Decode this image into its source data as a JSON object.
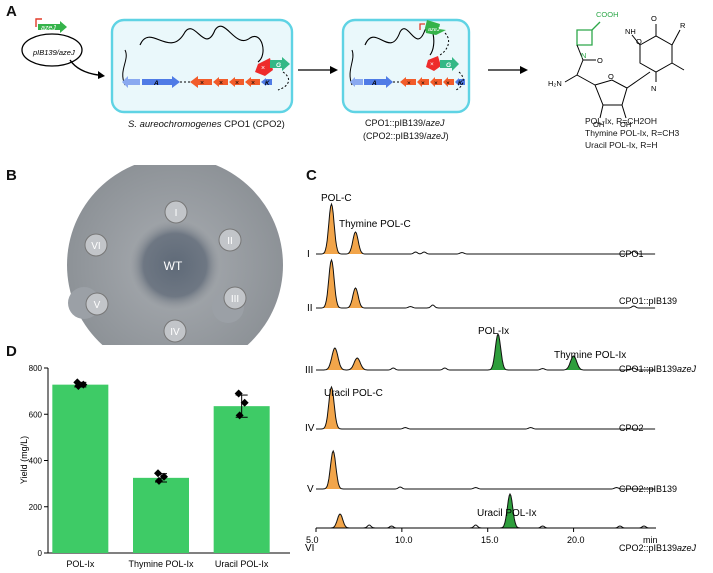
{
  "panels": {
    "a": "A",
    "b": "B",
    "c": "C",
    "d": "D"
  },
  "panel_a": {
    "plasmid_label": "pIB139/azeJ",
    "plasmid_gene": "azeJ",
    "strain1_caption_italic": "S. aureochromogenes",
    "strain1_caption_rest": " CPO1 (CPO2)",
    "strain2_caption_line1": "CPO1::pIB139/",
    "strain2_caption_line1_gene": "azeJ",
    "strain2_caption_line2": "(CPO2::pIB139/",
    "strain2_caption_line2_gene": "azeJ",
    "strain2_caption_line2_end": ")",
    "gene_a": "A",
    "gene_g": "G",
    "gene_k": "K",
    "gene_x": "×",
    "inset_gene": "azeJ",
    "struct_cooh": "COOH",
    "struct_nh2": "H₂N",
    "struct_o1": "O",
    "struct_o2": "O",
    "struct_o3": "O",
    "struct_o4": "O",
    "struct_n1": "N",
    "struct_n2": "N",
    "struct_nh": "NH",
    "struct_r": "R",
    "struct_oh1": "OH",
    "struct_oh2": "OH",
    "struct_legend": [
      "POL-Ix, R=CH2OH",
      "Thymine POL-Ix, R=CH3",
      "Uracil POL-Ix, R=H"
    ]
  },
  "panel_b": {
    "wells": [
      "I",
      "II",
      "III",
      "IV",
      "V",
      "VI"
    ],
    "center": "WT"
  },
  "panel_c": {
    "traces": [
      {
        "roman": "I",
        "label": "CPO1"
      },
      {
        "roman": "II",
        "label": "CPO1::pIB139"
      },
      {
        "roman": "III",
        "label_plain": "CPO1::pIB139",
        "label_italic": "azeJ"
      },
      {
        "roman": "IV",
        "label": "CPO2"
      },
      {
        "roman": "V",
        "label": "CPO2::pIB139"
      },
      {
        "roman": "VI",
        "label_plain": "CPO2::pIB139",
        "label_italic": "azeJ"
      }
    ],
    "peak_labels": {
      "pol_c": "POL-C",
      "thymine_pol_c": "Thymine POL-C",
      "pol_ix": "POL-Ix",
      "thymine_pol_ix": "Thymine POL-Ix",
      "uracil_pol_c": "Uracil POL-C",
      "uracil_pol_ix": "Uracil POL-Ix"
    },
    "x_ticks": [
      "5.0",
      "10.0",
      "15.0",
      "20.0"
    ],
    "x_unit": "min",
    "colors": {
      "orange": "#f2a54a",
      "green": "#2e9e3c"
    }
  },
  "chart_data": {
    "type": "bar",
    "categories": [
      "POL-Ix",
      "Thymine POL-Ix",
      "Uracil POL-Ix"
    ],
    "values": [
      728,
      325,
      635
    ],
    "points": [
      [
        738,
        728,
        722
      ],
      [
        345,
        330,
        312
      ],
      [
        690,
        650,
        595
      ]
    ],
    "errors": [
      10,
      18,
      48
    ],
    "ylabel": "Yield (mg/L)",
    "ylim": [
      0,
      800
    ],
    "yticks": [
      0,
      200,
      400,
      600,
      800
    ],
    "color": "#3ecb66"
  }
}
